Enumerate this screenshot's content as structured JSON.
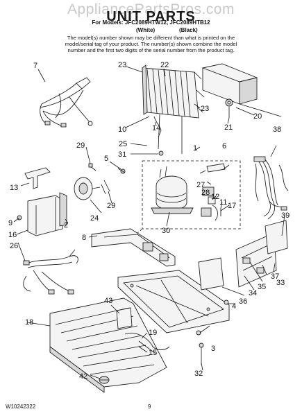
{
  "header": {
    "watermark": "AppliancePartsPros.com",
    "title": "UNIT PARTS",
    "models": "For Models: JFC2089HTW12, JFC2089HTB12",
    "color_white": "(White)",
    "color_black": "(Black)",
    "note_line1": "The model(s) number shown may be different than what is printed on the",
    "note_line2": "model/serial tag of your product. The number(s) shown combine the model",
    "note_line3": "number and the first two digits of the serial number from the product tag."
  },
  "labels": {
    "l1": "1",
    "l2": "2",
    "l3": "3",
    "l4": "4",
    "l5": "5",
    "l6": "6",
    "l7": "7",
    "l8": "8",
    "l9": "9",
    "l10": "10",
    "l11": "11",
    "l12": "12",
    "l13": "13",
    "l14": "14",
    "l15": "15",
    "l16": "16",
    "l17": "17",
    "l18": "18",
    "l19": "19",
    "l20": "20",
    "l21": "21",
    "l22": "22",
    "l23a": "23",
    "l23b": "23",
    "l24": "24",
    "l25": "25",
    "l26": "26",
    "l27": "27",
    "l28": "28",
    "l29a": "29",
    "l29b": "29",
    "l30": "30",
    "l31": "31",
    "l32": "32",
    "l33": "33",
    "l34": "34",
    "l35": "35",
    "l36": "36",
    "l37": "37",
    "l38": "38",
    "l39": "39",
    "l42": "42",
    "l43": "43"
  },
  "footer": {
    "doc_number": "W10242322",
    "page_number": "9"
  }
}
